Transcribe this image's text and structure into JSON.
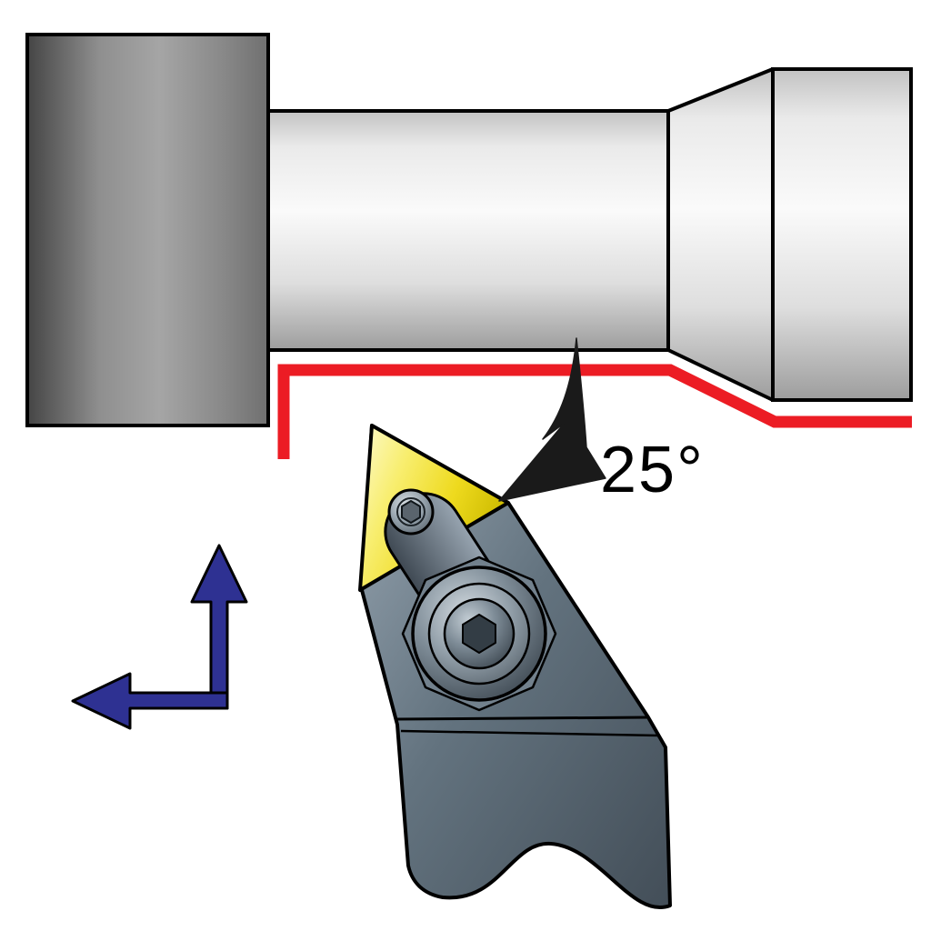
{
  "annotation": {
    "angle_label": "25°"
  },
  "colors": {
    "toolpath_red": "#ec1c24",
    "direction_arrow_blue": "#2e3192",
    "insert_yellow": "#f2de3c",
    "holder_gray": "#5f6f7b",
    "chuck_gray": "#7f7f7f",
    "workpiece_gray": "#e6e6e6",
    "outline_black": "#000000"
  },
  "parts": {
    "chuck": "lathe-chuck",
    "workpiece": "turned-workpiece",
    "toolpath": "red-toolpath-profile",
    "tool_holder": "turning-tool-holder",
    "insert": "triangular-cutting-insert",
    "clamp_screw": "hex-socket-clamp-screw",
    "insert_screw": "hex-socket-insert-screw",
    "feed_arrows": "feed-direction-arrows",
    "angle_arrow": "approach-angle-arrow"
  }
}
